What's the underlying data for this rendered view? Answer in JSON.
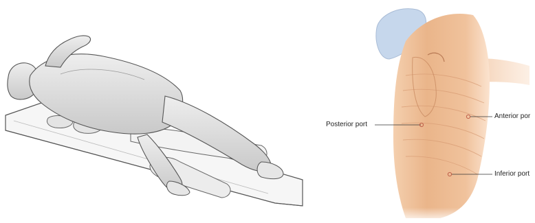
{
  "labels": {
    "posterior": "Posterior port",
    "anterior": "Anterior por",
    "inferior": "Inferior port"
  },
  "colors": {
    "skin_light": "#f8dcc0",
    "skin_mid": "#eab58a",
    "skin_dark": "#d9946a",
    "port_marker": "#c0604a",
    "cap_blue": "#c6d7ec",
    "body_grey": "#d9d9d9",
    "outline": "#555555"
  }
}
